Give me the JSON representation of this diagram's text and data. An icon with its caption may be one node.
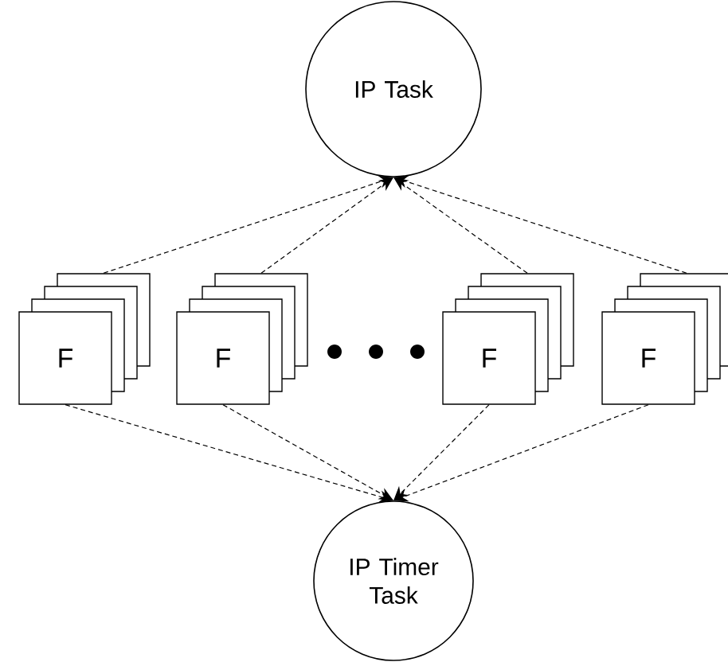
{
  "diagram": {
    "nodes": [
      {
        "text": [
          "IP Task"
        ]
      },
      {
        "text": [
          "F"
        ]
      },
      {
        "text": [
          "F"
        ]
      },
      {
        "text": [
          "F"
        ]
      },
      {
        "text": [
          "F"
        ]
      },
      {
        "text": [
          "IP Timer Task"
        ]
      }
    ],
    "edges": [
      {
        "from": 1,
        "to": 0,
        "arrow": "to",
        "style": "dashed"
      },
      {
        "from": 2,
        "to": 0,
        "arrow": "to",
        "style": "dashed"
      },
      {
        "from": 3,
        "to": 0,
        "arrow": "to",
        "style": "dashed"
      },
      {
        "from": 4,
        "to": 0,
        "arrow": "to",
        "style": "dashed"
      },
      {
        "from": 1,
        "to": 5,
        "arrow": "to",
        "style": "dashed"
      },
      {
        "from": 2,
        "to": 5,
        "arrow": "to",
        "style": "dashed"
      },
      {
        "from": 3,
        "to": 5,
        "arrow": "to",
        "style": "dashed"
      },
      {
        "from": 4,
        "to": 5,
        "arrow": "to",
        "style": "dashed"
      }
    ]
  }
}
